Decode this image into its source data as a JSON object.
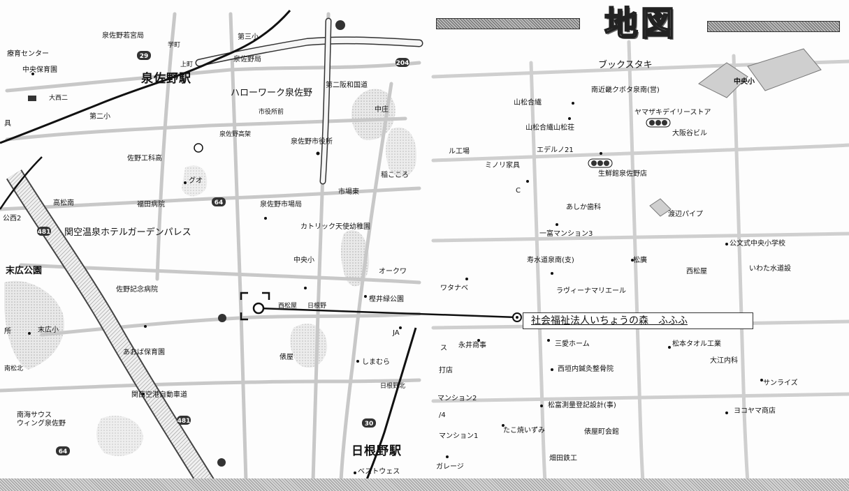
{
  "title": "地図",
  "destination": "社会福祉法人いちょうの森　ふふふ",
  "labels": {
    "l01": "泉佐野若宮局",
    "l02": "第三小",
    "l03": "療育センター",
    "l04": "中央保育園",
    "l05": "泉佐野駅",
    "l06": "泉佐野局",
    "l07": "ハローワーク泉佐野",
    "l08": "第二阪和国道",
    "l09": "中庄",
    "l10": "大西二",
    "l11": "第二小",
    "l12": "市役所前",
    "l13": "泉佐野高架",
    "l14": "泉佐野市役所",
    "l15": "佐野工科高",
    "l16": "グオ",
    "l17": "市場東",
    "l18": "稲こころ",
    "l19": "高松南",
    "l20": "福田病院",
    "l21": "泉佐野市場局",
    "l22": "関空温泉ホテルガーデンパレス",
    "l23": "カトリック天使幼稚園",
    "l24": "中央小",
    "l25": "末広公園",
    "l26": "オークワ",
    "l27": "佐野記念病院",
    "l28": "西松屋",
    "l29": "日根野",
    "l30": "樫井緑公園",
    "l31": "末広小",
    "l32": "JA",
    "l33": "あおば保育園",
    "l34": "俵屋",
    "l35": "しまむら",
    "l36": "日根野北",
    "l37": "関西空港自動車道",
    "l38": "南海サウス\nウィング泉佐野",
    "l39": "日根野駅",
    "l40": "ベストウェス",
    "l41": "ブックスタキ",
    "l42": "南近畿クボタ泉南(営)",
    "l43": "中央小",
    "l44": "山松合繊",
    "l45": "ヤマザキデイリーストア",
    "l46": "山松合繊山松荘",
    "l47": "大阪谷ビル",
    "l48": "ル工場",
    "l49": "エデルノ21",
    "l50": "ミノリ家具",
    "l51": "生鮮館泉佐野店",
    "l52": "あしか歯科",
    "l53": "渡辺パイプ",
    "l54": "一富マンション3",
    "l55": "公文式中央小学校",
    "l56": "寿水道泉南(支)",
    "l57": "松廣",
    "l58": "西松屋",
    "l59": "いわた水道設",
    "l60": "ワタナベ",
    "l61": "ラヴィーナマリエール",
    "l62": "永井商事",
    "l63": "三愛ホーム",
    "l64": "松本タオル工業",
    "l65": "大江内科",
    "l66": "西垣内鍼灸整骨院",
    "l67": "サンライズ",
    "l68": "マンション2",
    "l69": "松富測量登記設計(事)",
    "l70": "ヨコヤマ商店",
    "l71": "たこ焼いずみ",
    "l72": "俵屋町会館",
    "l73": "マンション1",
    "l74": "畑田鉄工",
    "l75": "ガレージ",
    "l76": "上町",
    "l77": "学町",
    "l78": "南松北",
    "l79": "所",
    "l80": "公西2",
    "l81": "具",
    "l82": "打店",
    "l83": "ス",
    "l84": "C",
    "l85": "/4"
  },
  "route_numbers": [
    "481",
    "481",
    "64",
    "64",
    "30",
    "204",
    "29"
  ],
  "colors": {
    "ink": "#111111",
    "road": "#cfcfcf",
    "park": "#d8d8d8"
  }
}
